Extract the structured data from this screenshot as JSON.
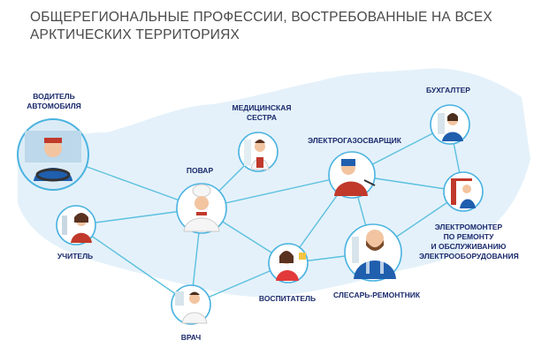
{
  "title": {
    "line1": "ОБЩЕРЕГИОНАЛЬНЫЕ ПРОФЕССИИ, ВОСТРЕБОВАННЫЕ НА ВСЕХ",
    "line2": "АРКТИЧЕСКИХ ТЕРРИТОРИЯХ"
  },
  "professions": {
    "driver": [
      "ВОДИТЕЛЬ",
      "АВТОМОБИЛЯ"
    ],
    "nurse": [
      "МЕДИЦИНСКАЯ",
      "СЕСТРА"
    ],
    "accountant": [
      "БУХГАЛТЕР"
    ],
    "welder": [
      "ЭЛЕКТРОГАЗОСВАРЩИК"
    ],
    "cook": [
      "ПОВАР"
    ],
    "electrician": [
      "ЭЛЕКТРОМОНТЕР",
      "ПО РЕМОНТУ",
      "И ОБСЛУЖИВАНИЮ",
      "ЭЛЕКТРООБОРУДОВАНИЯ"
    ],
    "teacher": [
      "УЧИТЕЛЬ"
    ],
    "educator": [
      "ВОСПИТАТЕЛЬ"
    ],
    "mechanic": [
      "СЛЕСАРЬ-РЕМОНТНИК"
    ],
    "doctor": [
      "ВРАЧ"
    ]
  },
  "colors": {
    "line": "#5bc0de",
    "ring": "#4ab3e0",
    "label": "#1a2a6c",
    "map": "#e4f1fa"
  }
}
